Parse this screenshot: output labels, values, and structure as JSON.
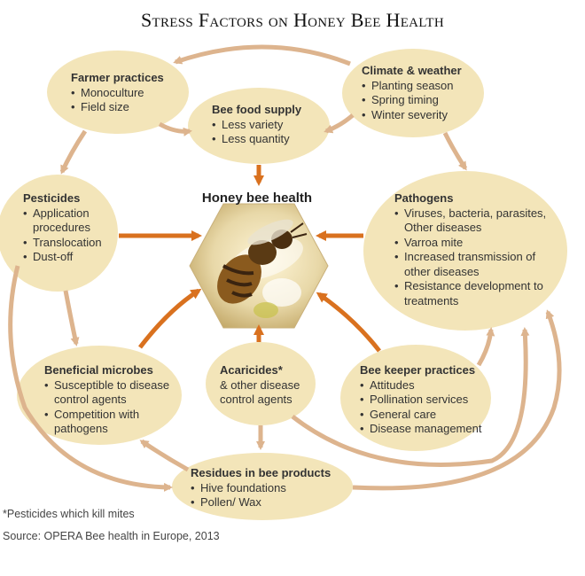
{
  "title": "Stress Factors on Honey Bee Health",
  "center": {
    "label": "Honey bee health"
  },
  "nodes": {
    "farmer": {
      "heading": "Farmer practices",
      "items": [
        "Monoculture",
        "Field size"
      ]
    },
    "climate": {
      "heading": "Climate & weather",
      "items": [
        "Planting season",
        "Spring timing",
        "Winter severity"
      ]
    },
    "food": {
      "heading": "Bee food supply",
      "items": [
        "Less variety",
        "Less quantity"
      ]
    },
    "pesticides": {
      "heading": "Pesticides",
      "items": [
        "Application procedures",
        "Translocation",
        "Dust-off"
      ]
    },
    "pathogens": {
      "heading": "Pathogens",
      "items": [
        "Viruses, bacteria, parasites, Other diseases",
        "Varroa mite",
        "Increased transmission of other diseases",
        "Resistance development to treatments"
      ]
    },
    "microbes": {
      "heading": "Beneficial microbes",
      "items": [
        "Susceptible to disease control agents",
        "Competition with pathogens"
      ]
    },
    "acaricides": {
      "heading": "Acaricides*",
      "subheading": "& other disease control agents"
    },
    "keeper": {
      "heading": "Bee keeper practices",
      "items": [
        "Attitudes",
        "Pollination services",
        "General care",
        "Disease management"
      ]
    },
    "residues": {
      "heading": "Residues in bee products",
      "items": [
        "Hive foundations",
        "Pollen/ Wax"
      ]
    }
  },
  "footnote": "*Pesticides which kill mites",
  "source": "Source: OPERA Bee health in Europe, 2013",
  "colors": {
    "ellipse": "#f3e5b9",
    "arrow_orange": "#d9711f",
    "arrow_tan": "#ddb48e"
  }
}
